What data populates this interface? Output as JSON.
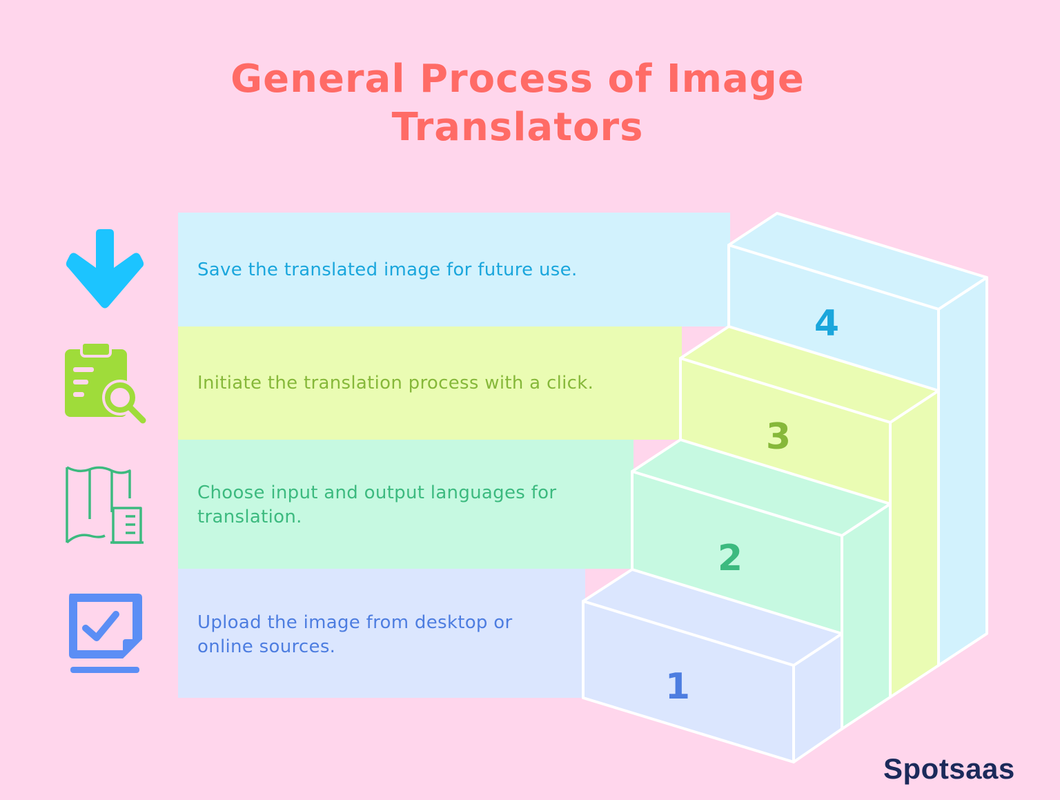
{
  "title_line1": "General Process of Image",
  "title_line2": "Translators",
  "steps": [
    {
      "number": "4",
      "text": "Save the translated image for future use.",
      "icon": "download-arrow-icon",
      "band_color": "#d2f2fd",
      "accent": "#1aa6dc"
    },
    {
      "number": "3",
      "text": "Initiate the translation process with a click.",
      "icon": "clipboard-search-icon",
      "band_color": "#eafcb3",
      "accent": "#86b83a"
    },
    {
      "number": "2",
      "text_line1": "Choose input and output languages for",
      "text_line2": "translation.",
      "icon": "map-icon",
      "band_color": "#c6f9e1",
      "accent": "#3cba7f"
    },
    {
      "number": "1",
      "text_line1": "Upload the image from desktop or",
      "text_line2": "online sources.",
      "icon": "checked-screen-icon",
      "band_color": "#dbe6fe",
      "accent": "#4d7de0"
    }
  ],
  "brand": "Spotsaas",
  "colors": {
    "background": "#ffd6ec",
    "title": "#ff6b66"
  }
}
